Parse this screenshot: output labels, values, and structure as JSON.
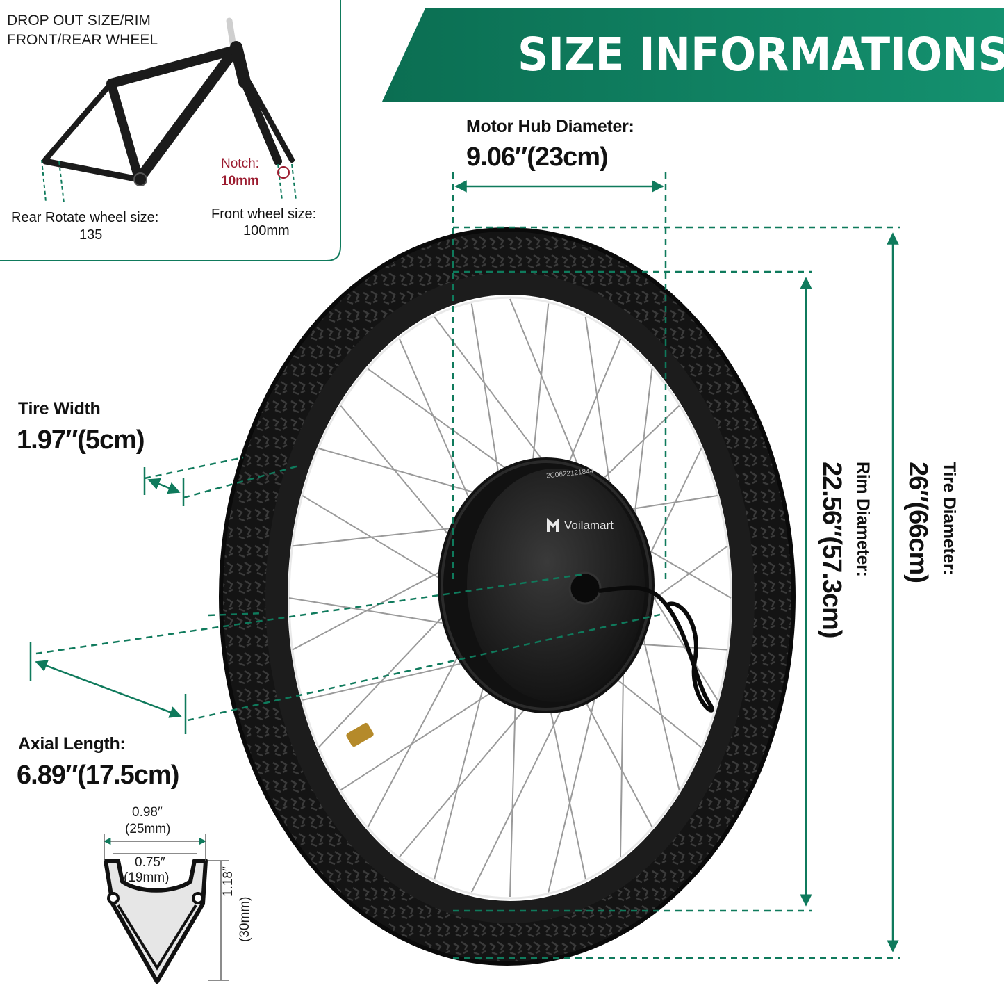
{
  "banner": {
    "title": "SIZE INFORMATIONS",
    "color": "#0f8466"
  },
  "frame_box": {
    "title_line1": "DROP OUT SIZE/RIM",
    "title_line2": "FRONT/REAR WHEEL",
    "notch_label": "Notch:",
    "notch_value": "10mm",
    "rear_label": "Rear Rotate wheel size:",
    "rear_value": "135",
    "front_label": "Front wheel size:",
    "front_value": "100mm"
  },
  "dimensions": {
    "motor_hub": {
      "label": "Motor Hub Diameter:",
      "value": "9.06″(23cm)"
    },
    "tire_width": {
      "label": "Tire Width",
      "value": "1.97″(5cm)"
    },
    "axial_length": {
      "label": "Axial Length:",
      "value": "6.89″(17.5cm)"
    },
    "rim_diameter": {
      "label": "Rim Diameter:",
      "value": "22.56″(57.3cm)"
    },
    "tire_diameter": {
      "label": "Tire Diameter:",
      "value": "26″(66cm)"
    }
  },
  "rim_profile": {
    "outer_width": "0.98″",
    "outer_width_mm": "(25mm)",
    "inner_width": "0.75″",
    "inner_width_mm": "(19mm)",
    "height": "1.18″",
    "height_mm": "(30mm)"
  },
  "motor": {
    "brand": "Voilamart",
    "serial": "2C0622121844"
  },
  "colors": {
    "accent": "#0f7a5c",
    "tire": "#111111",
    "rim": "#1c1c1c"
  }
}
